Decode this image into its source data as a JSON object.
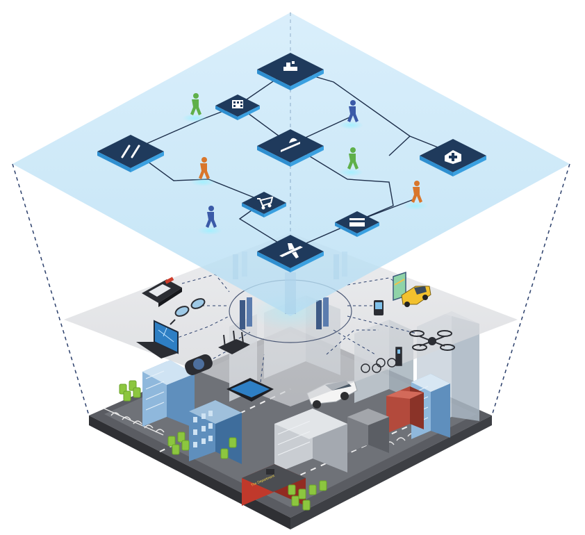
{
  "illustration": {
    "colors": {
      "top_plane": "#bfe3f6",
      "top_plane_edge": "#a9d6ef",
      "node_face": "#1f3a5c",
      "node_side": "#3aa0e0",
      "link": "#1d2e4a",
      "glow": "#7fe3ff",
      "middle_plane": "#d9dadd",
      "dashed_line": "#2b3f6b",
      "walker_green": "#5fb04a",
      "walker_blue": "#3b5aa8",
      "walker_orange": "#d9762b",
      "base_dark": "#4a4c52",
      "road": "#6b6e74",
      "building_blue": "#8fb8dc",
      "building_red": "#c0392b",
      "tree_green": "#8cc63f"
    },
    "top_layer": {
      "nodes": [
        {
          "id": "top-node",
          "icon": "hospital-bed-icon"
        },
        {
          "id": "office-node",
          "icon": "office-building-icon"
        },
        {
          "id": "restaurant-node",
          "icon": "fork-knife-icon"
        },
        {
          "id": "center-node",
          "icon": "bell-service-icon"
        },
        {
          "id": "hospital-node",
          "icon": "medical-cross-icon"
        },
        {
          "id": "shopping-node",
          "icon": "shopping-cart-icon"
        },
        {
          "id": "payment-node",
          "icon": "credit-card-icon"
        },
        {
          "id": "airport-node",
          "icon": "airplane-icon"
        }
      ],
      "walkers": [
        {
          "color": "green"
        },
        {
          "color": "blue"
        },
        {
          "color": "orange"
        },
        {
          "color": "green"
        },
        {
          "color": "orange"
        },
        {
          "color": "blue"
        }
      ]
    },
    "middle_layer": {
      "devices": [
        "pos-terminal-icon",
        "smart-glasses-icon",
        "laptop-icon",
        "wifi-router-icon",
        "smartwatch-icon",
        "tablet-icon",
        "cell-tower-icon",
        "smartphone-map-icon",
        "taxi-car-icon",
        "drone-icon",
        "bike-sharing-icon"
      ]
    },
    "city": {
      "storefront_sign": "The Department"
    }
  }
}
